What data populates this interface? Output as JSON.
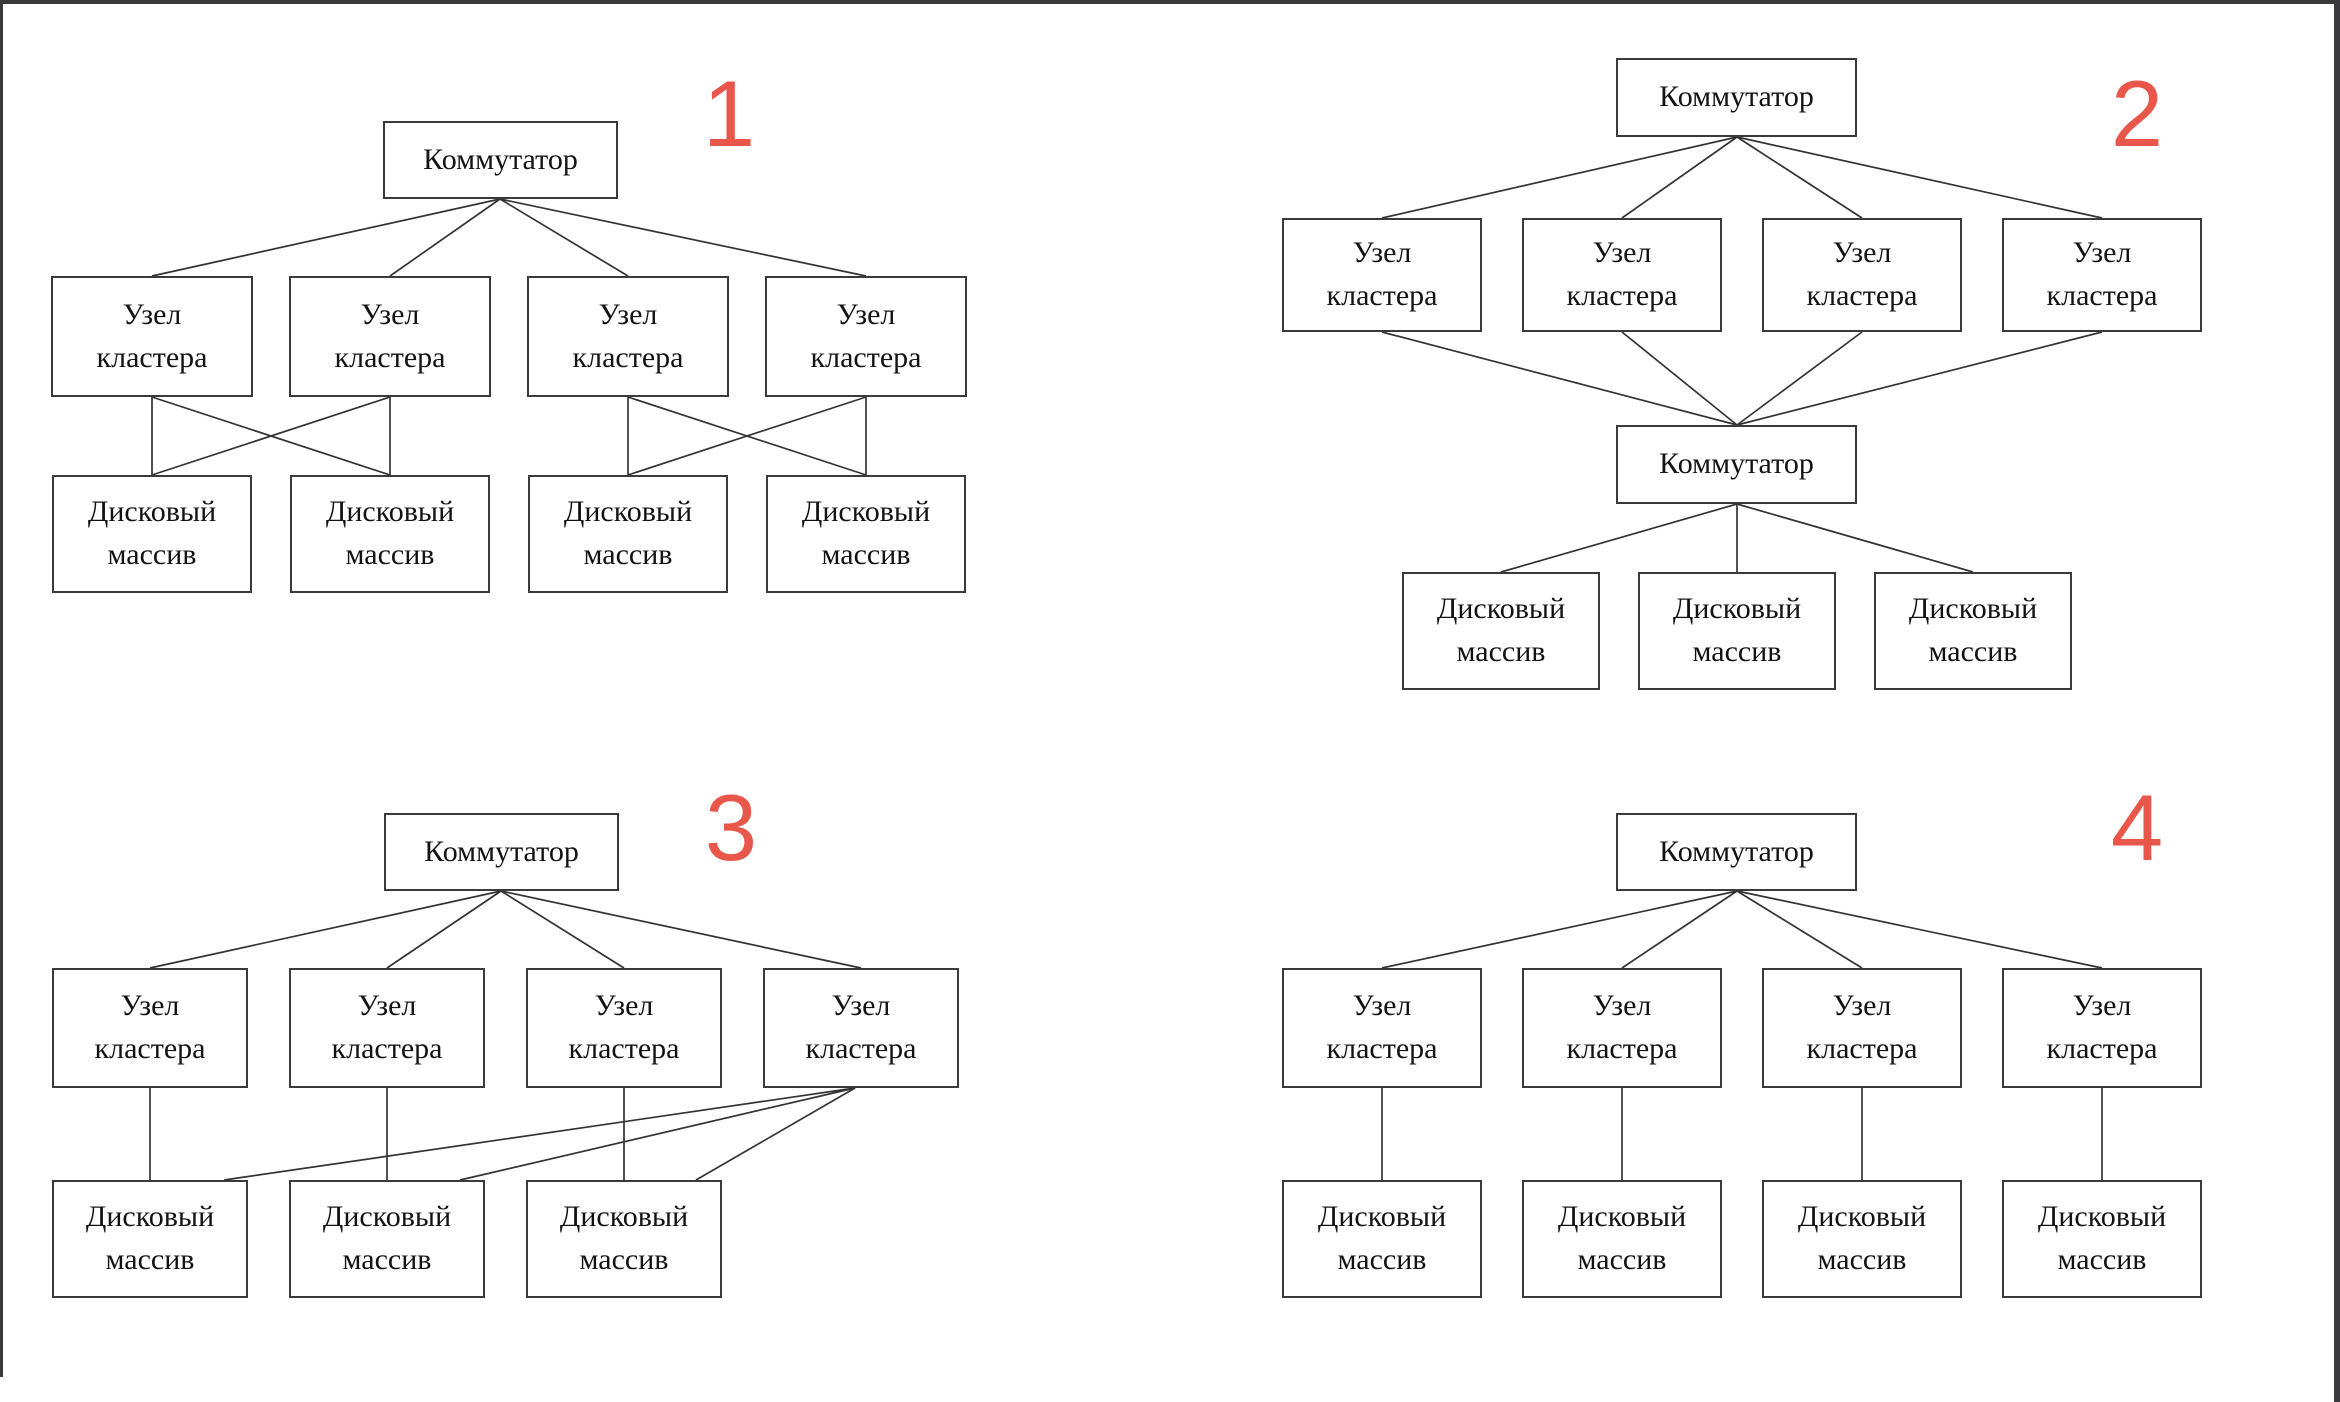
{
  "labels": {
    "switch": "Коммутатор",
    "cluster_node": "Узел\nкластера",
    "disk_array": "Дисковый\nмассив"
  },
  "diagrams": [
    {
      "number": "1",
      "switches": 1,
      "cluster_nodes": 4,
      "disk_arrays": 4
    },
    {
      "number": "2",
      "switches": 2,
      "cluster_nodes": 4,
      "disk_arrays": 3
    },
    {
      "number": "3",
      "switches": 1,
      "cluster_nodes": 4,
      "disk_arrays": 3
    },
    {
      "number": "4",
      "switches": 1,
      "cluster_nodes": 4,
      "disk_arrays": 4
    }
  ],
  "style": {
    "numeral_color": "#e8574a",
    "line_color": "#333333",
    "box_border_color": "#3a3a3a",
    "text_color": "#131313",
    "frame_color": "#3a3a3d",
    "background": "#ffffff"
  }
}
